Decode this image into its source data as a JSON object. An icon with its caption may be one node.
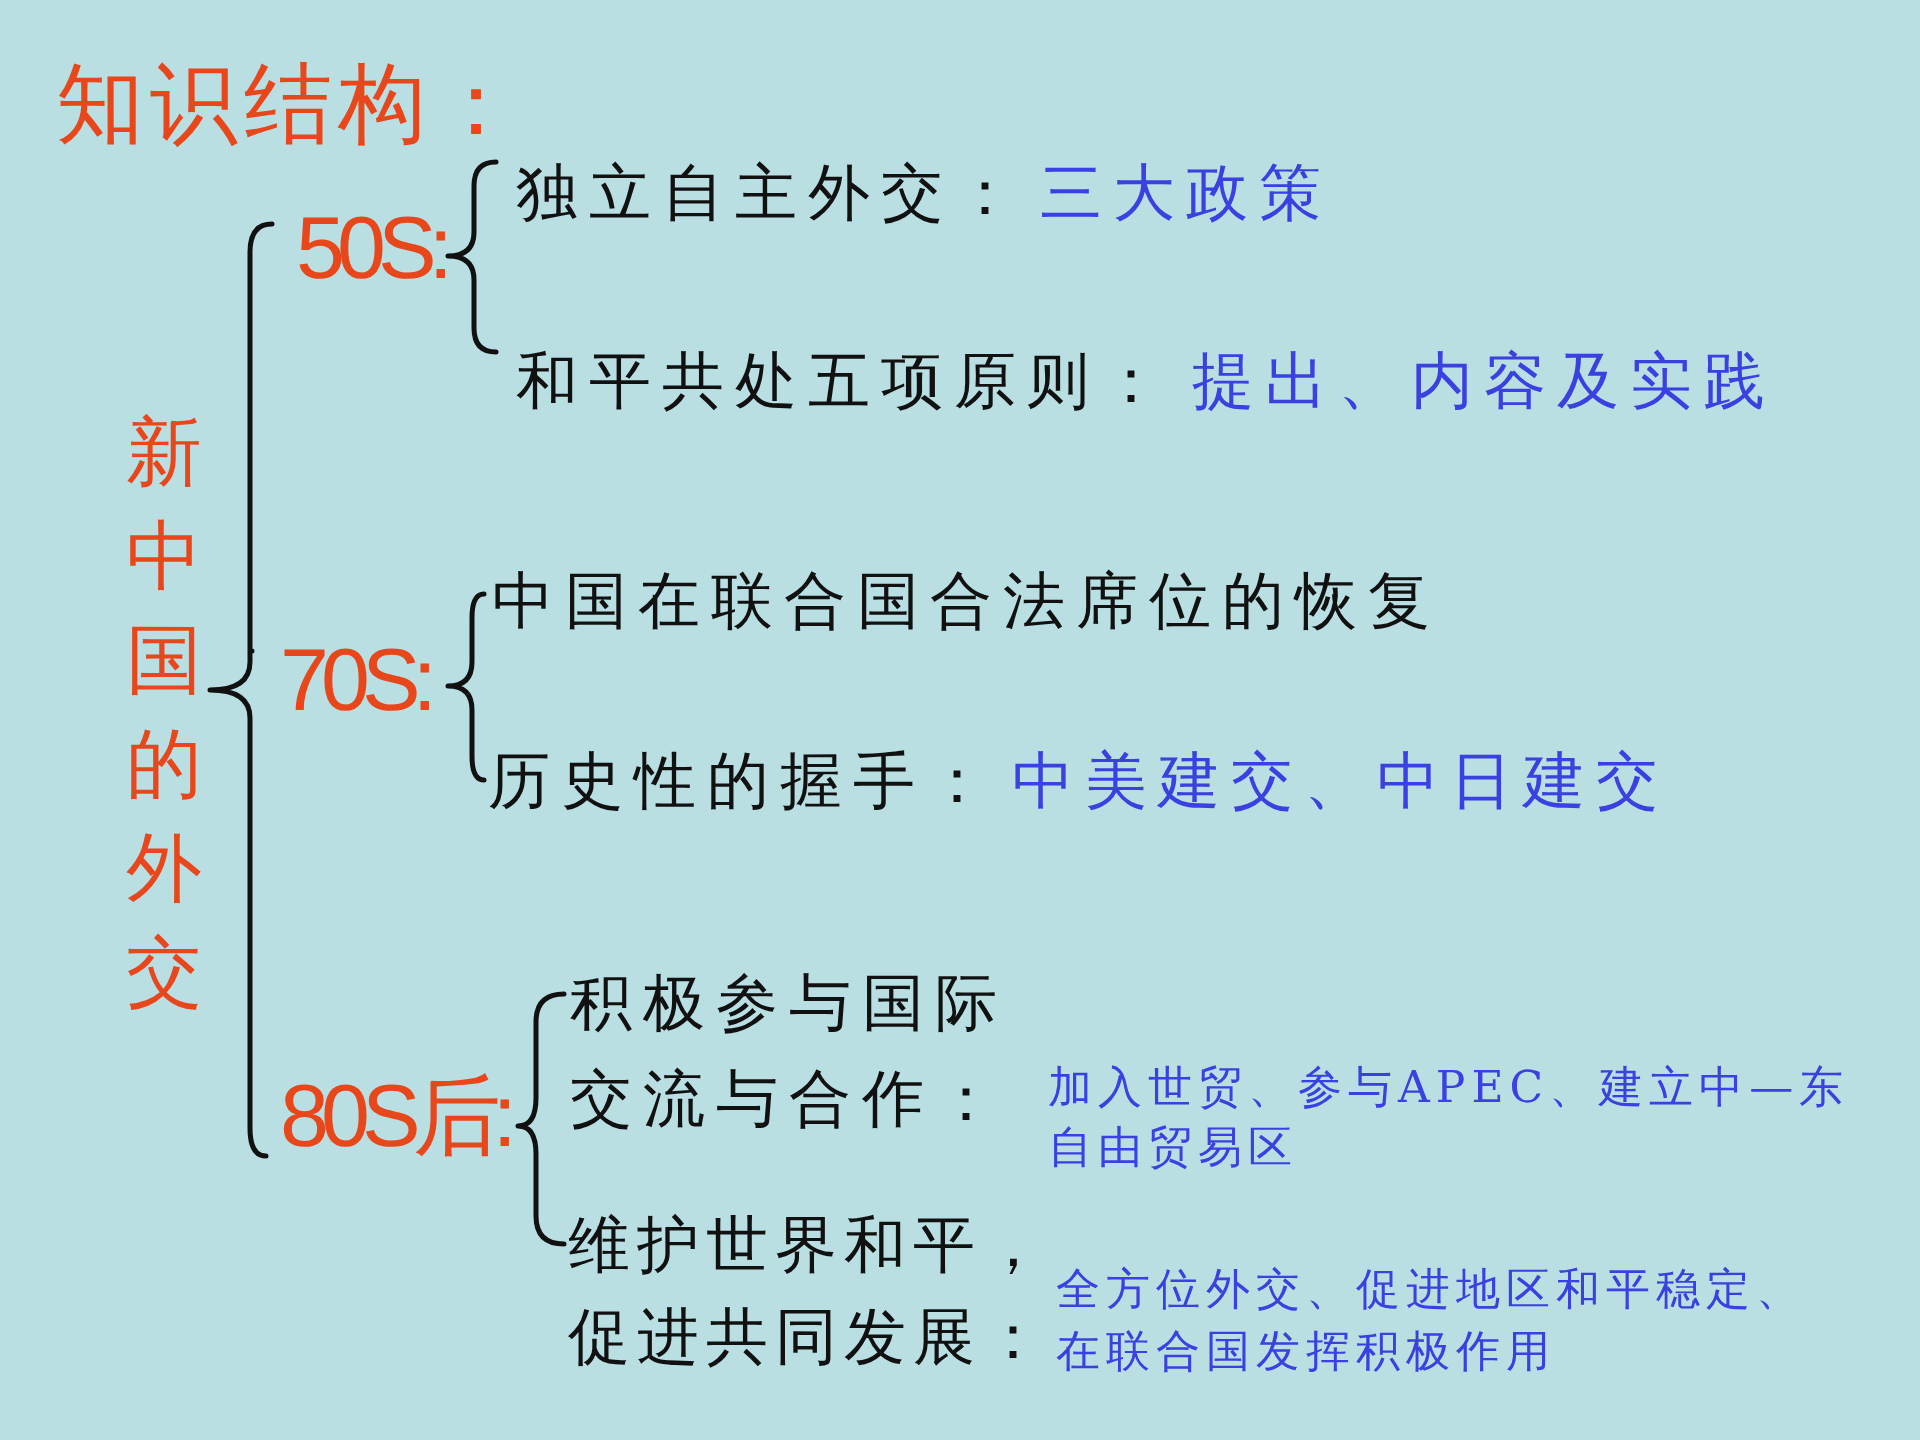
{
  "diagram": {
    "title": "知识结构：",
    "nodes": [
      {
        "text": [
          "新中国的外交"
        ]
      },
      {
        "text": [
          "50S:"
        ]
      },
      {
        "text": [
          "70S:"
        ]
      },
      {
        "text": [
          "80S后:"
        ]
      },
      {
        "text": [
          "独立自主外交：",
          "三大政策"
        ]
      },
      {
        "text": [
          "和平共处五项原则：",
          "提出、内容及实践"
        ]
      },
      {
        "text": [
          "中国在联合国合法席位的恢复"
        ]
      },
      {
        "text": [
          "历史性的握手：",
          "中美建交、中日建交"
        ]
      },
      {
        "text": [
          "积极参与国际交流与合作：",
          "加入世贸、参与APEC、建立中—东自由贸易区"
        ]
      },
      {
        "text": [
          "维护世界和平，促进共同发展：",
          "全方位外交、促进地区和平稳定、在联合国发挥积极作用"
        ]
      }
    ],
    "edges": [
      {
        "from": 0,
        "to": 1,
        "arrow": "none"
      },
      {
        "from": 0,
        "to": 2,
        "arrow": "none"
      },
      {
        "from": 0,
        "to": 3,
        "arrow": "none"
      },
      {
        "from": 1,
        "to": 4,
        "arrow": "none"
      },
      {
        "from": 1,
        "to": 5,
        "arrow": "none"
      },
      {
        "from": 2,
        "to": 6,
        "arrow": "none"
      },
      {
        "from": 2,
        "to": 7,
        "arrow": "none"
      },
      {
        "from": 3,
        "to": 8,
        "arrow": "none"
      },
      {
        "from": 3,
        "to": 9,
        "arrow": "none"
      }
    ]
  }
}
